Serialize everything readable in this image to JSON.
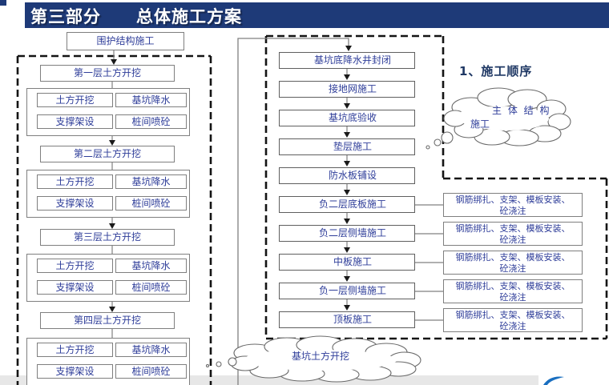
{
  "slide": {
    "title": "第三部分　　总体施工方案",
    "section_heading": "1、施工顺序"
  },
  "left_flow": {
    "top_box": "围护结构施工",
    "layers": [
      {
        "title": "第一层土方开挖",
        "tasks": [
          "土方开挖",
          "基坑降水",
          "支撑架设",
          "桩间喷砼"
        ]
      },
      {
        "title": "第二层土方开挖",
        "tasks": [
          "土方开挖",
          "基坑降水",
          "支撑架设",
          "桩间喷砼"
        ]
      },
      {
        "title": "第三层土方开挖",
        "tasks": [
          "土方开挖",
          "基坑降水",
          "支撑架设",
          "桩间喷砼"
        ]
      },
      {
        "title": "第四层土方开挖",
        "tasks": [
          "土方开挖",
          "基坑降水",
          "支撑架设",
          "桩间喷砼"
        ]
      }
    ],
    "cloud_label": "基坑土方开挖"
  },
  "middle_flow": {
    "steps": [
      "基坑底降水井封闭",
      "接地网施工",
      "基坑底验收",
      "垫层施工",
      "防水板铺设",
      "负二层底板施工",
      "负二层侧墙施工",
      "中板施工",
      "负一层侧墙施工",
      "顶板施工"
    ],
    "annotation": "钢筋绑扎、支架、模板安装、砼浇注",
    "cloud_line1": "主 体 结 构",
    "cloud_line2": "施工"
  },
  "colors": {
    "header_bg": "#1e3a78",
    "text_blue": "#2e3d99",
    "heading_blue": "#1f3864",
    "swoosh_blue": "#1a6fc0",
    "footer_gray": "#e7e7e7"
  }
}
